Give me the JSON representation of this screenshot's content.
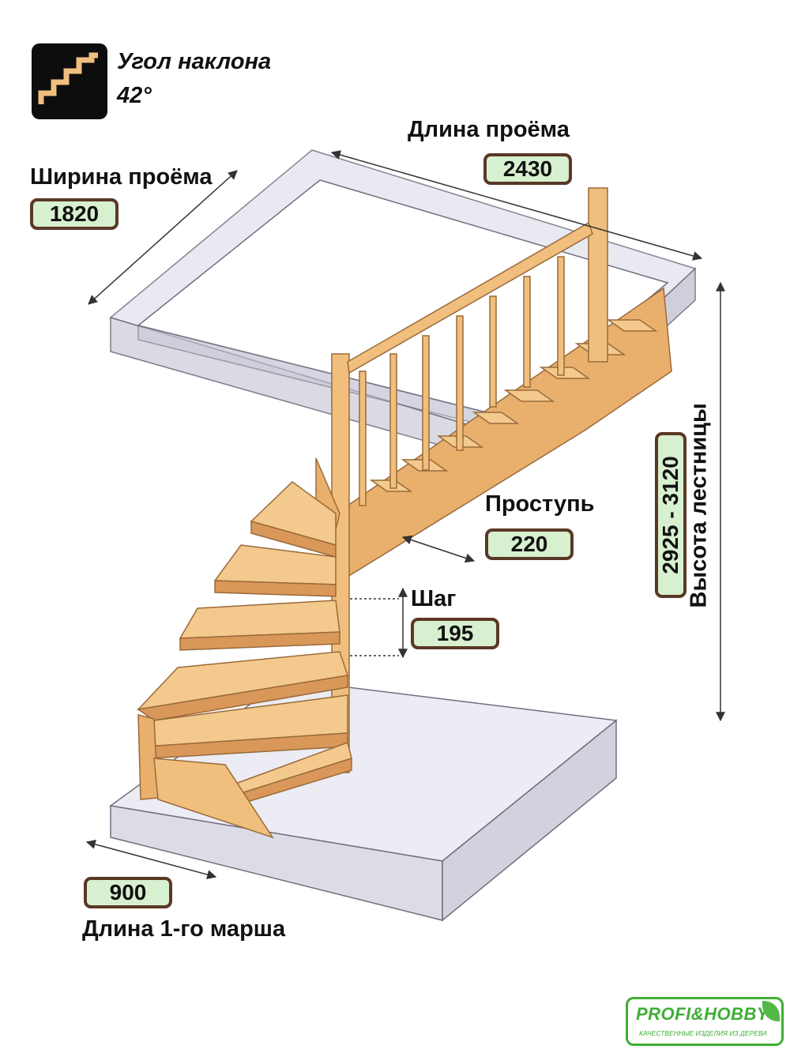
{
  "angle": {
    "title": "Угол наклона",
    "value": "42°"
  },
  "labels": {
    "opening_length": "Длина проёма",
    "opening_width": "Ширина проёма",
    "tread": "Проступь",
    "step": "Шаг",
    "stair_height": "Высота лестницы",
    "first_flight": "Длина 1-го марша"
  },
  "values": {
    "opening_length": "2430",
    "opening_width": "1820",
    "tread": "220",
    "step": "195",
    "stair_height": "2925 - 3120",
    "first_flight": "900"
  },
  "logo": {
    "brand": "PROFI&HOBBY",
    "tagline": "КАЧЕСТВЕННЫЕ ИЗДЕЛИЯ ИЗ ДЕРЕВА"
  },
  "colors": {
    "wood": "#f0bf7d",
    "wood_dark": "#d9985a",
    "box_fill": "#ececf4",
    "box_stroke": "#6f6f80",
    "value_bg": "#d7f0cf",
    "value_border": "#5a3826",
    "brand": "#3fae35"
  }
}
